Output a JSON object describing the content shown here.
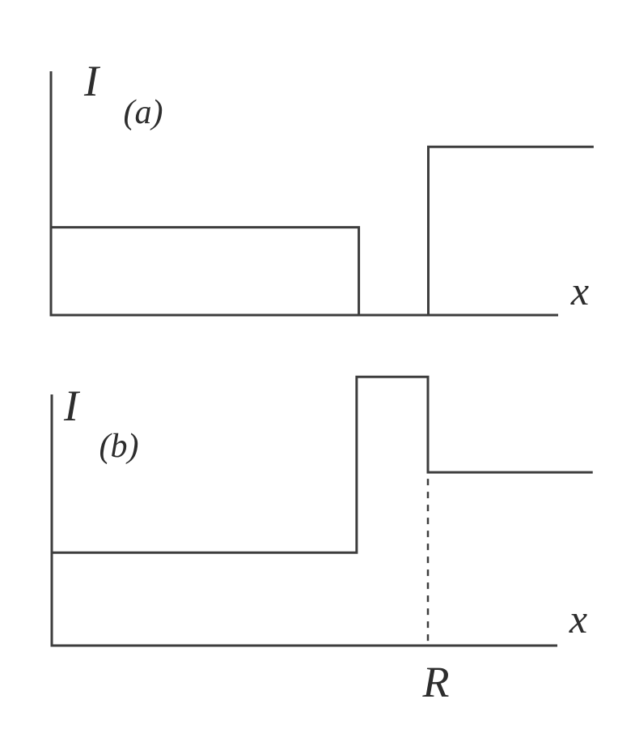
{
  "styles": {
    "background": "#ffffff",
    "line_color": "#3d3d3d",
    "text_color": "#2d2d2d"
  },
  "chart_data": [
    {
      "type": "line",
      "panel": "(a)",
      "ylabel": "I",
      "xlabel": "x",
      "x_range": [
        0,
        1.07
      ],
      "y_range": [
        0,
        1.1
      ],
      "grid": false,
      "legend": false,
      "steps": [
        {
          "from_x": 0,
          "to_x": 0.607,
          "level": 0.36
        },
        {
          "from_x": 0.607,
          "to_x": 0.744,
          "level": 0
        },
        {
          "from_x": 0.744,
          "to_x": 1.07,
          "level": 0.69
        }
      ],
      "annotations": []
    },
    {
      "type": "line",
      "panel": "(b)",
      "ylabel": "I",
      "xlabel": "x",
      "x_range": [
        0,
        1.07
      ],
      "y_range": [
        0,
        1.1
      ],
      "grid": false,
      "legend": false,
      "steps": [
        {
          "from_x": 0,
          "to_x": 0.603,
          "level": 0.37
        },
        {
          "from_x": 0.603,
          "to_x": 0.744,
          "level": 1.07
        },
        {
          "from_x": 0.744,
          "to_x": 1.07,
          "level": 0.69
        }
      ],
      "annotations": [
        {
          "type": "dashed-vline",
          "x": 0.744,
          "label": "R"
        }
      ]
    }
  ]
}
